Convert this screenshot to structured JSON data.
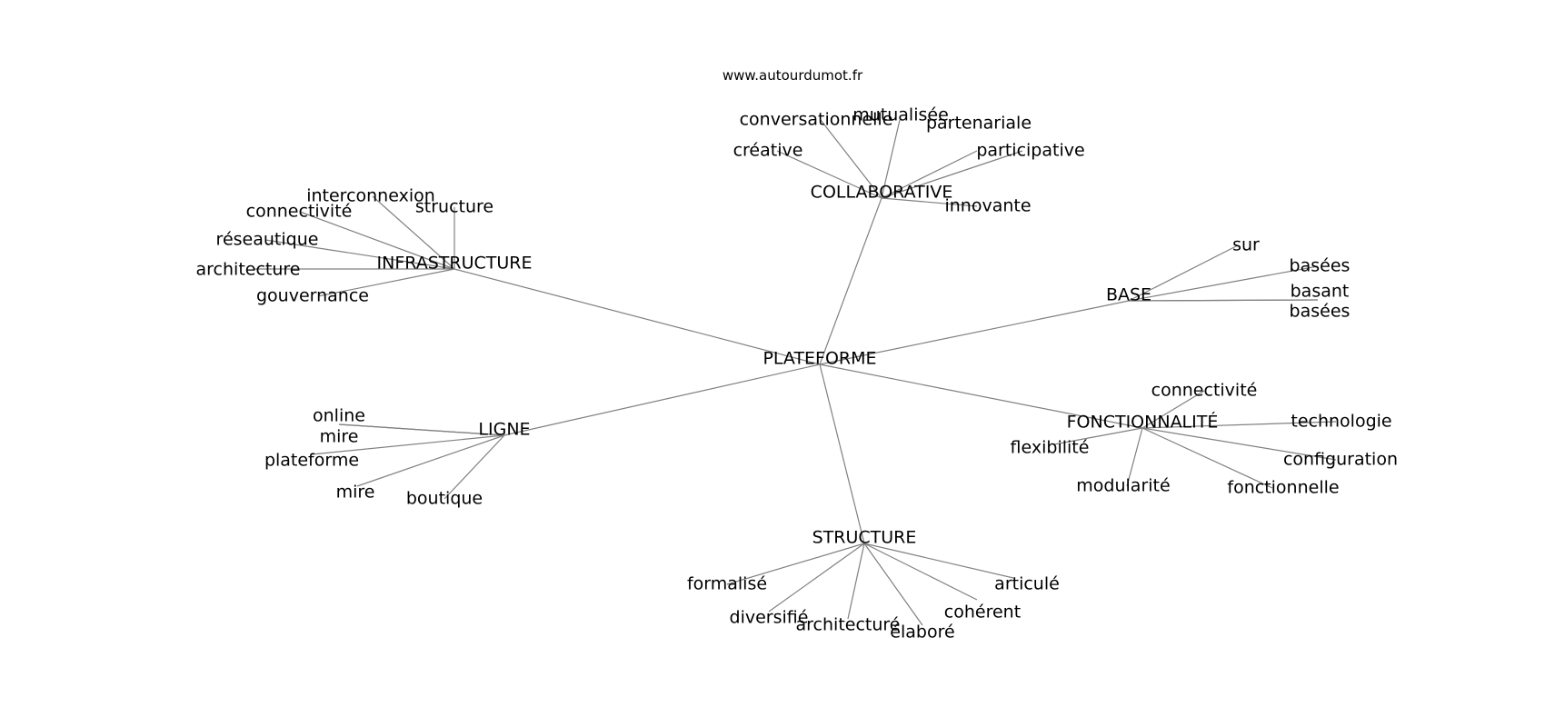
{
  "watermark": "www.autourdumot.fr",
  "colors": {
    "edge": "#808080",
    "text": "#000000",
    "background": "#ffffff"
  },
  "graph": {
    "root": "PLATEFORME",
    "hubs": [
      {
        "label": "COLLABORATIVE",
        "leaves": [
          "créative",
          "conversationnelle",
          "mutualisée",
          "partenariale",
          "participative",
          "innovante"
        ]
      },
      {
        "label": "INFRASTRUCTURE",
        "leaves": [
          "interconnexion",
          "connectivité",
          "structure",
          "réseautique",
          "architecture",
          "gouvernance"
        ]
      },
      {
        "label": "BASE",
        "leaves": [
          "sur",
          "basées",
          "basant",
          "basées"
        ]
      },
      {
        "label": "FONCTIONNALITÉ",
        "leaves": [
          "connectivité",
          "technologie",
          "flexibilité",
          "configuration",
          "modularité",
          "fonctionnelle"
        ]
      },
      {
        "label": "LIGNE",
        "leaves": [
          "online",
          "mire",
          "plateforme",
          "mire",
          "boutique"
        ]
      },
      {
        "label": "STRUCTURE",
        "leaves": [
          "formalisé",
          "diversifié",
          "architecturé",
          "élaboré",
          "cohérent",
          "articulé"
        ]
      }
    ]
  }
}
